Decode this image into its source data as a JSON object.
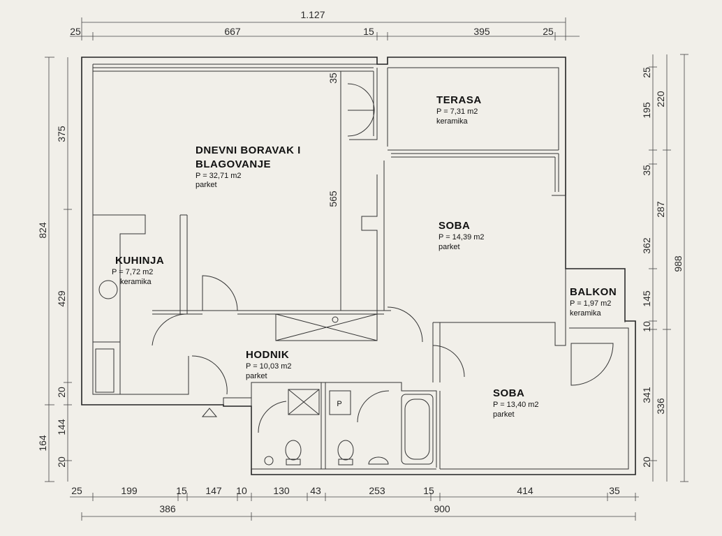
{
  "rooms": {
    "living": {
      "name_line1": "DNEVNI BORAVAK I",
      "name_line2": "BLAGOVANJE",
      "area": "P = 32,71 m2",
      "floor": "parket"
    },
    "terrace": {
      "name": "TERASA",
      "area": "P = 7,31 m2",
      "floor": "keramika"
    },
    "bedroom1": {
      "name": "SOBA",
      "area": "P = 14,39 m2",
      "floor": "parket"
    },
    "kitchen": {
      "name": "KUHINJA",
      "area": "P = 7,72 m2",
      "floor": "keramika"
    },
    "balcony": {
      "name": "BALKON",
      "area": "P = 1,97 m2",
      "floor": "keramika"
    },
    "hall": {
      "name": "HODNIK",
      "area": "P = 10,03 m2",
      "floor": "parket"
    },
    "bedroom2": {
      "name": "SOBA",
      "area": "P = 13,40 m2",
      "floor": "parket"
    },
    "shaft_label": "P"
  },
  "dimensions": {
    "top_total": "1.127",
    "top_segments": [
      "25",
      "667",
      "15",
      "395",
      "25"
    ],
    "bottom_segments": [
      "25",
      "199",
      "15",
      "147",
      "10",
      "130",
      "43",
      "253",
      "15",
      "414",
      "35"
    ],
    "bottom_totals": [
      "386",
      "900"
    ],
    "left_outer": [
      "824",
      "164"
    ],
    "left_inner": [
      "375",
      "429",
      "20",
      "144",
      "20"
    ],
    "right_inner": [
      "25",
      "195",
      "35",
      "362",
      "145",
      "10",
      "341",
      "20"
    ],
    "right_mid": [
      "220",
      "287",
      "336"
    ],
    "right_outer": "988",
    "interior_vertical": [
      "35",
      "565"
    ]
  }
}
